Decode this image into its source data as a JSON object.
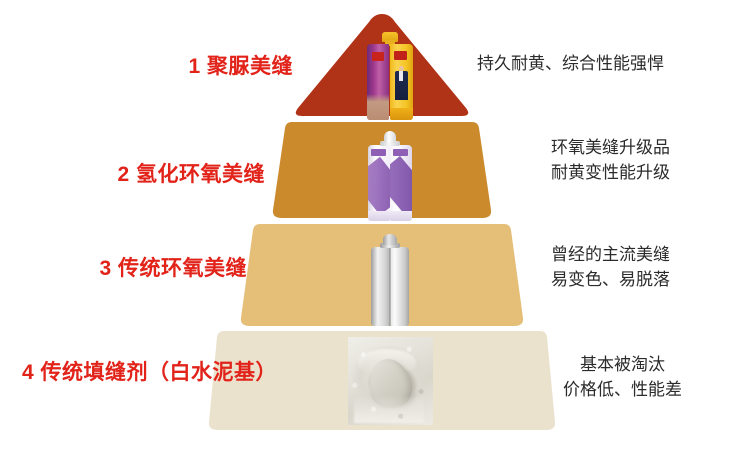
{
  "diagram": {
    "type": "pyramid",
    "background_color": "#FFFFFF",
    "tiers": [
      {
        "rank": "1",
        "label": "1 聚脲美缝",
        "description_lines": [
          "持久耐黄、综合性能强悍"
        ],
        "color": "#B03317",
        "shape": "triangle",
        "product_icon": "dual-cartridge-polyurea-icon"
      },
      {
        "rank": "2",
        "label": "2 氢化环氧美缝",
        "description_lines": [
          "环氧美缝升级品",
          "耐黄变性能升级"
        ],
        "color": "#CB8A2C",
        "shape": "trapezoid",
        "product_icon": "dual-cartridge-hydrogenated-epoxy-icon"
      },
      {
        "rank": "3",
        "label": "3 传统环氧美缝",
        "description_lines": [
          "曾经的主流美缝",
          "易变色、易脱落"
        ],
        "color": "#E5BE78",
        "shape": "trapezoid",
        "product_icon": "dual-cartridge-epoxy-icon"
      },
      {
        "rank": "4",
        "label": "4 传统填缝剂（白水泥基）",
        "description_lines": [
          "基本被淘汰",
          "价格低、性能差"
        ],
        "color": "#EBE2CE",
        "shape": "trapezoid",
        "product_icon": "cement-powder-icon"
      }
    ],
    "label_color": "#E2231A",
    "description_color": "#2B2B2B"
  }
}
